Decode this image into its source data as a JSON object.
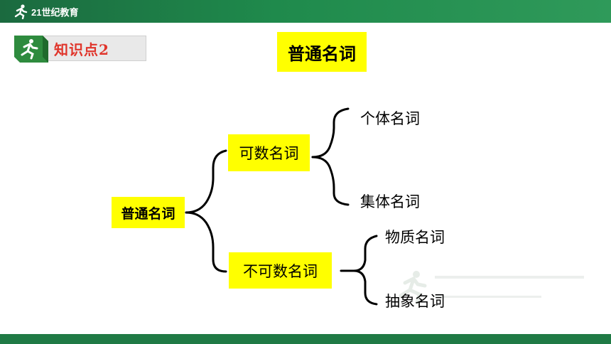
{
  "header": {
    "logo_text": "21世纪教育"
  },
  "badge": {
    "label": "知识点2"
  },
  "title": "普通名词",
  "tree": {
    "root": "普通名词",
    "countable": {
      "label": "可数名词",
      "children": [
        "个体名词",
        "集体名词"
      ]
    },
    "uncountable": {
      "label": "不可数名词",
      "children": [
        "物质名词",
        "抽象名词"
      ]
    }
  },
  "colors": {
    "highlight": "#ffff00",
    "brand_green": "#1f8a4c",
    "badge_red": "#e0352b"
  }
}
